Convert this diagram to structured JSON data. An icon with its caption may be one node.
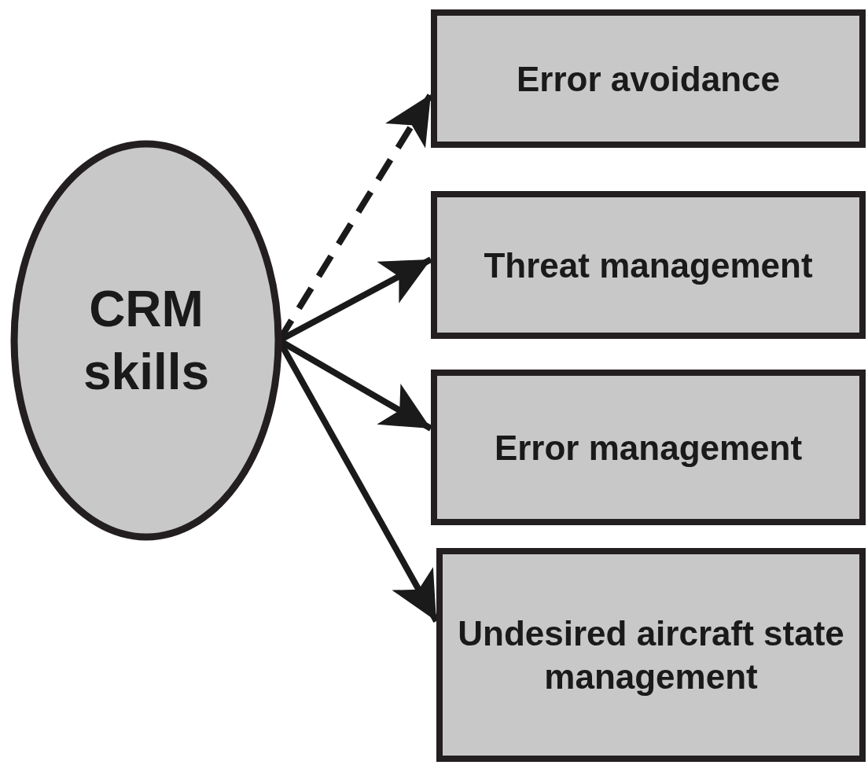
{
  "diagram": {
    "nodes": [
      {
        "text": [
          "CRM skills"
        ]
      },
      {
        "text": [
          "Error avoidance"
        ]
      },
      {
        "text": [
          "Threat management"
        ]
      },
      {
        "text": [
          "Error management"
        ]
      },
      {
        "text": [
          "Undesired aircraft state management"
        ]
      }
    ],
    "edges": [
      {
        "from": 0,
        "to": 1,
        "arrow": "to",
        "style": "dashed"
      },
      {
        "from": 0,
        "to": 2,
        "arrow": "to"
      },
      {
        "from": 0,
        "to": 3,
        "arrow": "to"
      },
      {
        "from": 0,
        "to": 4,
        "arrow": "to"
      }
    ]
  }
}
